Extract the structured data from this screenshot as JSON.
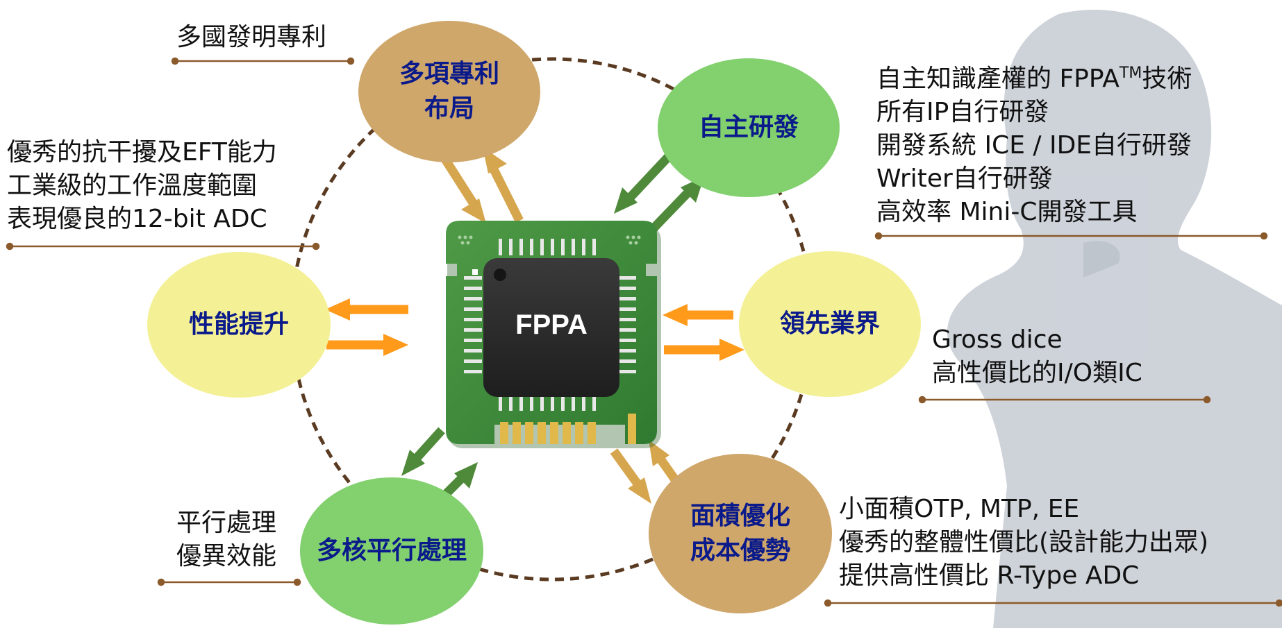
{
  "nodes": {
    "patent": [
      "多項專利",
      "布局"
    ],
    "independent": "自主研發",
    "performance": "性能提升",
    "leading": "領先業界",
    "multicore": "多核平行處理",
    "area": [
      "面積優化",
      "成本優勢"
    ]
  },
  "chip": {
    "label": "FPPA"
  },
  "notes": {
    "patent": "多國發明專利",
    "performance": [
      "優秀的抗干擾及EFT能力",
      "工業級的工作溫度範圍",
      "表現優良的12-bit ADC"
    ],
    "independent": {
      "line1_prefix": "自主知識產權的 FPPA",
      "line1_sup": "TM",
      "line1_suffix": "技術",
      "lines": [
        "所有IP自行研發",
        "開發系統 ICE / IDE自行研發",
        "Writer自行研發",
        "高效率 Mini-C開發工具"
      ]
    },
    "leading": [
      "Gross dice",
      "高性價比的I/O類IC"
    ],
    "multicore": [
      "平行處理",
      "優異效能"
    ],
    "area": [
      "小面積OTP, MTP, EE",
      "優秀的整體性價比(設計能力出眾)",
      "提供高性價比 R-Type ADC"
    ]
  },
  "colors": {
    "tan": "#cfa76b",
    "green": "#82d06e",
    "yellow": "#f4f095",
    "node_text": "#0a1a8a",
    "ring": "#5a3b22",
    "underline": "#8b5a2b",
    "arrow_tan": "#d6a64f",
    "arrow_green": "#4f8a3a",
    "arrow_orange": "#ff9a1a",
    "chip_pcb": "#3d8a3a",
    "chip_body": "#2e2e2e",
    "silhouette": "#c9ced6"
  }
}
